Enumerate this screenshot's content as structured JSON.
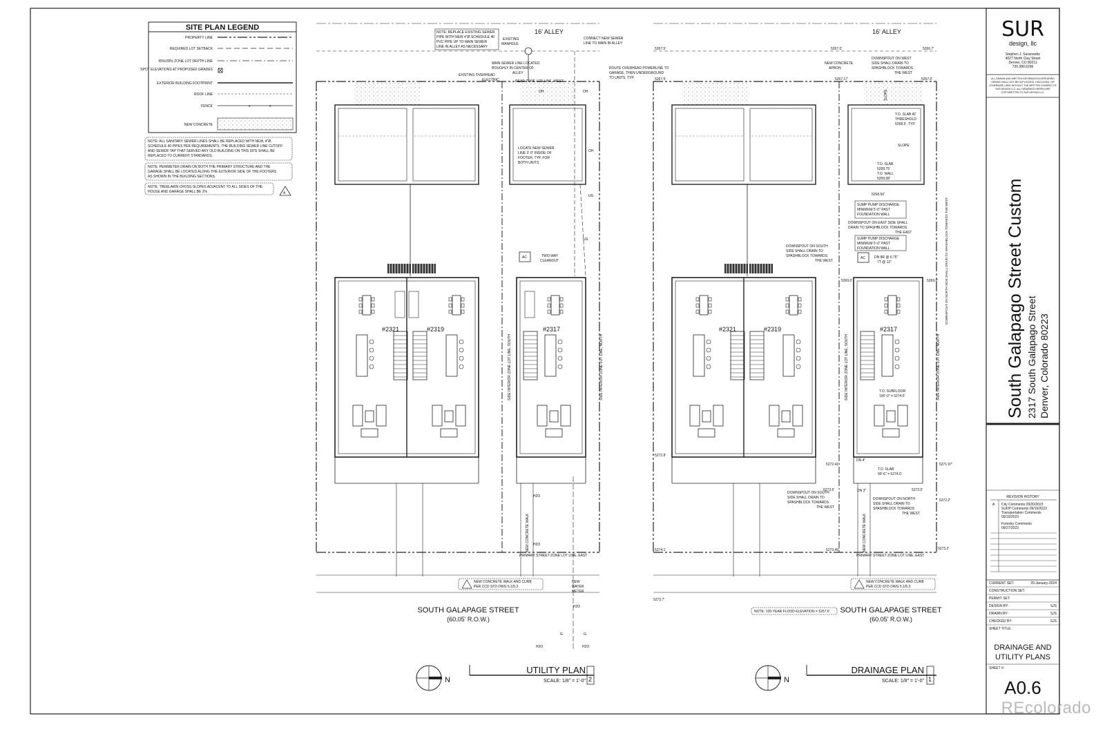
{
  "legend": {
    "title": "SITE PLAN LEGEND",
    "items": [
      "PROPERTY LINE",
      "REQUIRED LOT SETBACK",
      "65%/35% ZONE LOT DEPTH LINE",
      "SPOT ELEVATIONS AT PROPOSED GRADES",
      "EXTERIOR BUILDING FOOTPRINT",
      "ROOF LINE",
      "FENCE",
      "NEW CONCRETE"
    ]
  },
  "notes": [
    [
      "NOTE: ALL SANITARY SEWER LINES SHALL BE REPLACED WITH NEW, 4\"Ø,",
      "SCHEDULE 40 PIPES PER REQUIREMENTS.  THE BUILDING SEWER LINE CUTOFF",
      "AND SEWER TAP THAT SERVED ANY OLD BUILDING ON THIS SITE SHALL BE",
      "REPLACED TO CURRENT STANDARDS."
    ],
    [
      "NOTE: PERIMETER DRAIN ON BOTH THE PRIMARY STRUCTURE AND THE",
      "GARAGE SHALL BE LOCATED ALONG THE EXTERIOR SIDE OF THE FOOTERS",
      "AS SHOWN IN THE BUILDING SECTIONS."
    ],
    [
      "NOTE:  TREELAWN CROSS SLOPES ADJACENT TO ALL SIDES OF THE",
      "HOUSE AND GARAGE SHALL BE 2%"
    ]
  ],
  "utility_plan": {
    "alley": "16' ALLEY",
    "sewer_note": [
      "NOTE: REPLACE EXISTING SEWER",
      "PIPE WITH NEW 4\"Ø SCHEDULE 40",
      "PVC PIPE UP TO MAIN SEWER",
      "LINE IN ALLEY AS NECESSARY"
    ],
    "manhole": [
      "EXISTING",
      "MANHOLE"
    ],
    "connect_sewer": [
      "CONNECT NEW SEWER",
      "LINE TO MAIN IN ALLEY"
    ],
    "main_sewer": [
      "MAIN SEWER LINE LOCATED",
      "ROUGHLY IN CENTER OF",
      "ALLEY"
    ],
    "overhead_electric": [
      "EXISTING OVERHEAD",
      "ELECTRIC"
    ],
    "powerline": [
      "ROUTE OVERHEAD POWERLINE TO",
      "GARAGE, THEN UNDERGROUND",
      "TO UNITS, TYP."
    ],
    "rear_lot_line": "REAR ZONE LOT LINE, WEST",
    "locate_sewer": [
      "LOCATE NEW SEWER",
      "LINE 3'-0\" INSIDE OF",
      "FOOTER, TYP. FOR",
      "BOTH UNITS"
    ],
    "cleanout": [
      "TWO-WAY",
      "CLEANOUT"
    ],
    "side_south": "SIDE INTERIOR ZONE LOT LINE, SOUTH",
    "side_north": "SIDE INTERIOR ZONE LOT LINE, NORTH",
    "walk": "NEW CONCRETE WALK",
    "primary_lot_line": "PRIMARY STREET ZONE LOT LINE, EAST",
    "curb_note": [
      "NEW CONCRETE WALK AND CURB",
      "PER CCD STD DWG 5.1/5.3"
    ],
    "water_meter": [
      "NEW",
      "WATER",
      "METER"
    ],
    "ac": "AC",
    "h2o": "H2O",
    "ug": "UG",
    "oh": "OH",
    "g": "G"
  },
  "drainage_plan": {
    "alley": "16' ALLEY",
    "elev_nw": "5267.5'",
    "elev_alley_mid": "5267.0'",
    "elev_alley_ne": "5266.7'",
    "elev_rear_w": "5267.5'",
    "elev_rear_mid": "5267.17'",
    "elev_rear_ne": "5267.0'",
    "apron": [
      "NEW CONCRETE",
      "APRON"
    ],
    "downspout_west": [
      "DOWNSPOUT ON WEST",
      "SIDE SHALL DRAIN TO",
      "SPASHBLOCK TOWARDS",
      "THE WEST"
    ],
    "threshold": [
      "T.O. SLAB AT",
      "THRESHOLD",
      "5268.5', TYP."
    ],
    "slope": "SLOPE",
    "slab_garage": [
      "T.O. SLAB",
      "5268.75'",
      "T.O. WALL",
      "5269.08'"
    ],
    "elev_5268_50": "5268.50'",
    "sump1": [
      "SUMP PUMP DISCHARGE",
      "MINIMUM 5'-0\" PAST",
      "FOUNDATION WALL"
    ],
    "downspout_east": [
      "DOWNSPOUT ON EAST SIDE SHALL",
      "DRAIN TO SPASHBLOCK TOWARDS",
      "THE EAST"
    ],
    "sump2": [
      "SUMP PUMP DISCHARGE",
      "MINIMUM 5'-0\" PAST",
      "FOUNDATION WALL"
    ],
    "downspout_south_w": [
      "DOWNSPOUT ON SOUTH",
      "SIDE SHALL DRAIN TO",
      "SPASHBLOCK TOWARDS",
      "THE WEST"
    ],
    "dn8r": "DN 8R @ 6.75\"",
    "dim_run": "7T @ 12\"",
    "elev_5269_w": "5269.0'",
    "elev_5269_e": "5269.0'",
    "subfloor": [
      "T.O. SUBFLOOR",
      "100'-0\" = 5274.5'"
    ],
    "slab_front": [
      "T.O. SLAB",
      "99'-6\" = 5274.0'"
    ],
    "elev_5272_8": "5272.8'",
    "elev_5272_41": "5272.41'",
    "elev_5271_97": "5271.97'",
    "elev_5273_5w": "5273.5'",
    "elev_5273_5e": "5273.5'",
    "elev_5272_2": "5272.2'",
    "downspout_south_front": [
      "DOWNSPOUT ON SOUTH",
      "SIDE SHALL DRAIN TO",
      "SPASHBLOCK TOWARDS",
      "THE WEST"
    ],
    "downspout_north_front": [
      "DOWNSPOUT ON NORTH",
      "SIDE SHALL DRAIN TO",
      "SPASHBLOCK TOWARDS",
      "THE WEST"
    ],
    "downspout_north_side": "DOWNSPOUT ON NORTH SIDE SHALL DRAIN TO SPASHBLOCK TOWARDS THE WEST",
    "elev_5274_1": "5274.1'",
    "elev_5273_49": "5273.49'",
    "elev_5273_2": "5273.2'",
    "elev_5273_7": "5273.7'",
    "flood": "NOTE: 100-YEAR FLOOD ELEVATION = 5257.6'",
    "dn4": "DN 4\"",
    "dn3": "DN 3\""
  },
  "units": [
    "#2321",
    "#2319",
    "#2317"
  ],
  "street": {
    "name": "SOUTH GALAPAGE STREET",
    "row": "(60.05' R.O.W.)"
  },
  "plan_titles": [
    {
      "title": "UTILITY PLAN",
      "scale": "SCALE: 1/8\" = 1'-0\"",
      "num": "2"
    },
    {
      "title": "DRAINAGE PLAN",
      "scale": "SCALE: 1/8\" = 1'-0\"",
      "num": "1"
    }
  ],
  "north": "N",
  "title_block": {
    "logo": "SUR",
    "logo_sub": "design, llc",
    "contact": [
      "Stephen J. Suranowitz",
      "4027 North Clay Street",
      "Denver, CO 80211",
      "720.380.6296"
    ],
    "disclaimer": [
      "ALL DRAWN AND WRITTEN INFORMATION APPEARING",
      "HEREIN SHALL NOT BE DUPLICATED, DISCLOSED, OR",
      "OTHERWISE USED WITHOUT THE WRITTEN CONSENT OF",
      "SUR DESIGN LLC.  ALL DRAWINGS HEREIN ARE",
      "COPYWRITTEN TO SUR DESIGN LLC."
    ],
    "project": "South Galapago Street Custom",
    "address": "2317 South Galapago Street",
    "city": "Denver, Colorado 80223",
    "revision_title": "REVISION HISTORY",
    "revision_mark": "A",
    "revisions": [
      "City Comments   09/20/2023",
      "SUDP Comments  09/15/2023",
      "Transportation Comments",
      "09/19/2023",
      "Forestry Comments",
      "09/27/2023"
    ],
    "current_set_label": "CURRENT SET:",
    "current_set": "29-January-2024",
    "construction_set": "CONSTRUCTION SET:",
    "permit_set": "PERMIT SET:",
    "design_by": "DESIGN BY:",
    "drawn_by": "DRAWN BY:",
    "checked_by": "CHECKED BY:",
    "initials": "SJS",
    "sheet_title_label": "SHEET TITLE:",
    "sheet_title": [
      "DRAINAGE AND",
      "UTILITY PLANS"
    ],
    "sheet_num_label": "SHEET #:",
    "sheet_num": "A0.6"
  },
  "watermark": "REcolorado"
}
